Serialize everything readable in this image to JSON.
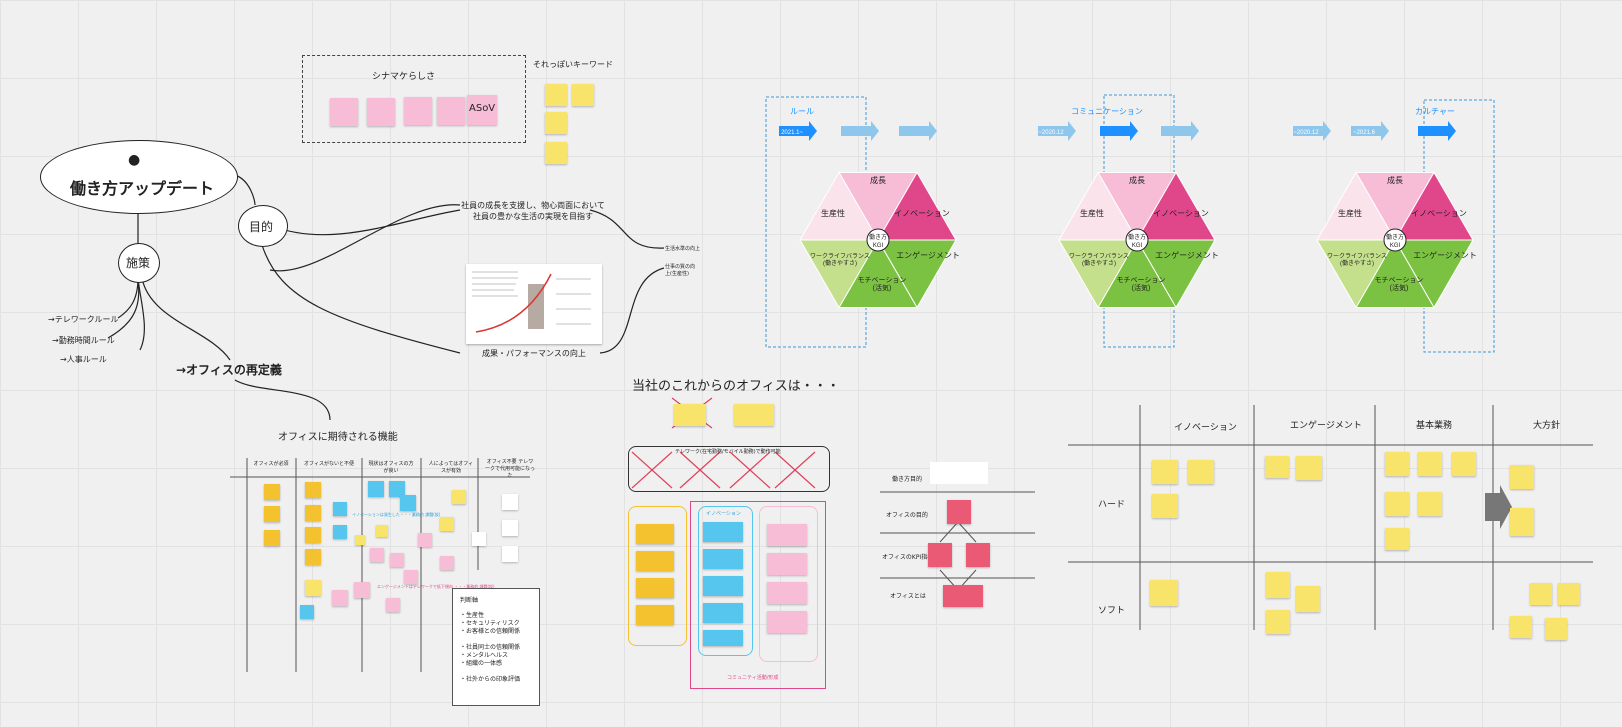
{
  "mindmap": {
    "root": "働き方アップデート",
    "purpose": "目的",
    "measures": "施策",
    "rules": [
      "→テレワークルール",
      "→勤務時間ルール",
      "→人事ルール"
    ],
    "office": "→オフィスの再定義",
    "goal1": "社員の成長を支援し、物心両面において社員の豊かな生活の実現を目指す",
    "goal2": "成果・パフォーマンスの向上",
    "side1": "生活水準の向上",
    "side2": "仕事の質の向上(生産性)"
  },
  "culture": {
    "title": "シナマケらしさ",
    "notes": [
      "",
      "",
      "",
      "",
      "ASoV"
    ],
    "keywords_title": "それっぽいキーワード",
    "keywords": [
      "",
      "",
      "",
      ""
    ]
  },
  "office_functions": {
    "title": "オフィスに期待される機能",
    "columns": [
      "オフィスが必須",
      "オフィスがないと不便",
      "現状はオフィスの方が良い",
      "人によってはオフィスが有効",
      "オフィス不要 テレワークで代用可能になった"
    ],
    "note_blue": "イノベーションは発生した・・・業務的 課題(仮)",
    "note_pink": "エンゲージメントはテレワークで低下傾向 ・・・業務的 課題(仮)",
    "criteria_title": "判断軸",
    "criteria": [
      "・生産性",
      "・セキュリティリスク",
      "・お客様との信頼関係",
      "",
      "・社員同士の信頼関係",
      "・メンタルヘルス",
      "・組織の一体感",
      "",
      "・社外からの印象評価"
    ]
  },
  "future_office": {
    "title": "当社のこれからのオフィスは・・・",
    "top_notes": [
      "",
      ""
    ],
    "bar_label": "テレワーク(在宅勤務/モバイル勤務)で動作可能",
    "groups": [
      "",
      "イノベーション",
      ""
    ],
    "community": "コミュニティ活動/形成"
  },
  "kpi_tree": {
    "rows": [
      "働き方目的",
      "オフィスの目的",
      "オフィスのKPI指標",
      "オフィスとは"
    ],
    "notes": [
      "",
      "",
      "",
      ""
    ]
  },
  "hexes": [
    {
      "label": "ルール",
      "arrow1": "2021.1~",
      "arrow2": "",
      "arrow3": ""
    },
    {
      "label": "コミュニケーション",
      "arrow1": "~2020.12",
      "arrow2": "",
      "arrow3": ""
    },
    {
      "label": "カルチャー",
      "arrow1": "~2020.12",
      "arrow2": "~2021.6",
      "arrow3": ""
    }
  ],
  "hex_segments": {
    "top": "成長",
    "tr": "イノベーション",
    "r": "エンゲージメント",
    "b": "モチベーション\n(活気)",
    "l": "ワークライフバランス\n(働きやすさ)",
    "tl": "生産性",
    "center1": "働き方",
    "center2": "KGI"
  },
  "matrix": {
    "columns": [
      "イノベーション",
      "エンゲージメント",
      "基本業務",
      "大方針"
    ],
    "rows": [
      "ハード",
      "ソフト"
    ]
  },
  "colors": {
    "pink": "#f7bcd6",
    "magenta": "#e0478a",
    "green": "#7cc242",
    "lightgreen": "#c5e08c",
    "lightpink": "#fbe3ec",
    "blue": "#1e90ff"
  }
}
